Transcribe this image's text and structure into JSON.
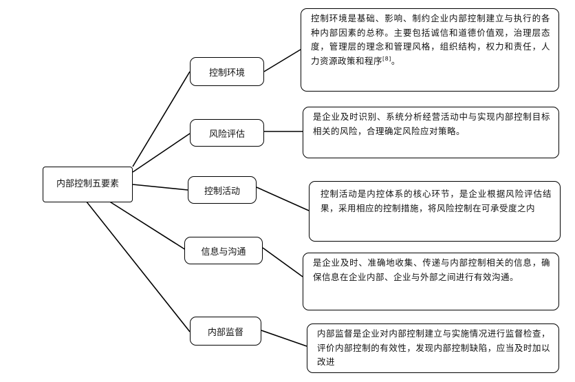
{
  "root": {
    "label": "内部控制五要素"
  },
  "elements": [
    {
      "label": "控制环境",
      "description": "控制环境是基础、影响、制约企业内部控制建立与执行的各种内部因素的总称。主要包括诚信和道德价值观，治理层态度，管理层的理念和管理风格，组织结构，权力和责任，人力资源政策和程序",
      "citation": "[8]",
      "description_end": "。"
    },
    {
      "label": "风险评估",
      "description": "是企业及时识别、系统分析经营活动中与实现内部控制目标相关的风险，合理确定风险应对策略。"
    },
    {
      "label": "控制活动",
      "description": "控制活动是内控体系的核心环节，是企业根据风险评估结果，采用相应的控制措施，将风险控制在可承受度之内"
    },
    {
      "label": "信息与沟通",
      "description": "是企业及时、准确地收集、传递与内部控制相关的信息，确保信息在企业内部、企业与外部之间进行有效沟通。"
    },
    {
      "label": "内部监督",
      "description": "内部监督是企业对内部控制建立与实施情况进行监督检查，评价内部控制的有效性，发现内部控制缺陷，应当及时加以改进"
    }
  ]
}
